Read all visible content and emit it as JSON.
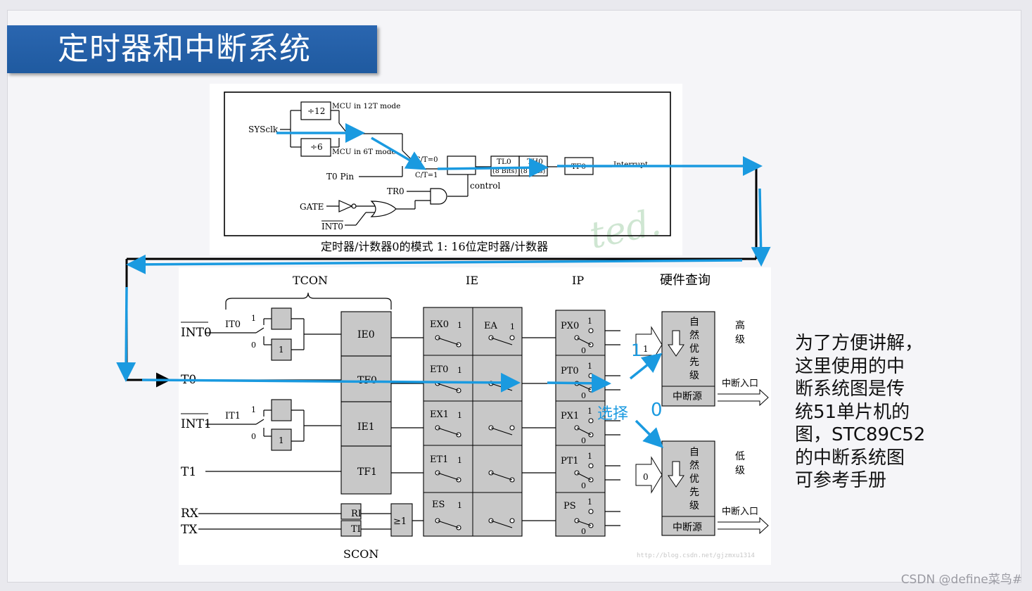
{
  "slide": {
    "title": "定时器和中断系统",
    "note": "为了方便讲解，\n这里使用的中\n断系统图是传\n统51单片机的\n图，STC89C52\n的中断系统图\n可参考手册",
    "selection_label": "选择",
    "selection_one": "1",
    "selection_zero": "0",
    "watermark": "CSDN @define菜鸟#"
  },
  "timer_diagram": {
    "caption": "定时器/计数器0的模式 1: 16位定时器/计数器",
    "sysclk": "SYSclk",
    "div12": "÷12",
    "div6": "÷6",
    "mode12": "MCU in 12T mode",
    "mode6": "MCU in 6T mode",
    "ct0": "C/T=0",
    "ct1": "C/T=1",
    "t0pin": "T0 Pin",
    "tr0": "TR0",
    "gate": "GATE",
    "int0": "INT0",
    "control": "control",
    "tl0": "TL0",
    "tl0_bits": "(8 Bits)",
    "th0": "TH0",
    "th0_bits": "(8 Bits)",
    "tf0": "TF0",
    "interrupt": "Interrupt"
  },
  "interrupt_diagram": {
    "tcon": "TCON",
    "ie": "IE",
    "ip": "IP",
    "hw_query": "硬件查询",
    "scon": "SCON",
    "inputs": [
      "INT0",
      "T0",
      "INT1",
      "T1",
      "RX",
      "TX"
    ],
    "it0": "IT0",
    "it1": "IT1",
    "flags": [
      "IE0",
      "TF0",
      "IE1",
      "TF1"
    ],
    "ri": "RI",
    "ti": "TI",
    "ge1": "≥1",
    "ie_bits": [
      "EX0",
      "ET0",
      "EX1",
      "ET1",
      "ES"
    ],
    "ea": "EA",
    "ip_bits": [
      "PX0",
      "PT0",
      "PX1",
      "PT1",
      "PS"
    ],
    "high": "高级",
    "low": "低级",
    "natural_priority": "自然优先级",
    "source": "中断源",
    "entry": "中断入口",
    "one": "1",
    "zero": "0",
    "url": "http://blog.csdn.net/gjzmxu1314"
  },
  "colors": {
    "title_bg": "#1f5aa0",
    "arrow": "#1a9ae0",
    "path": "#000000",
    "box": "#c8c8c8"
  }
}
